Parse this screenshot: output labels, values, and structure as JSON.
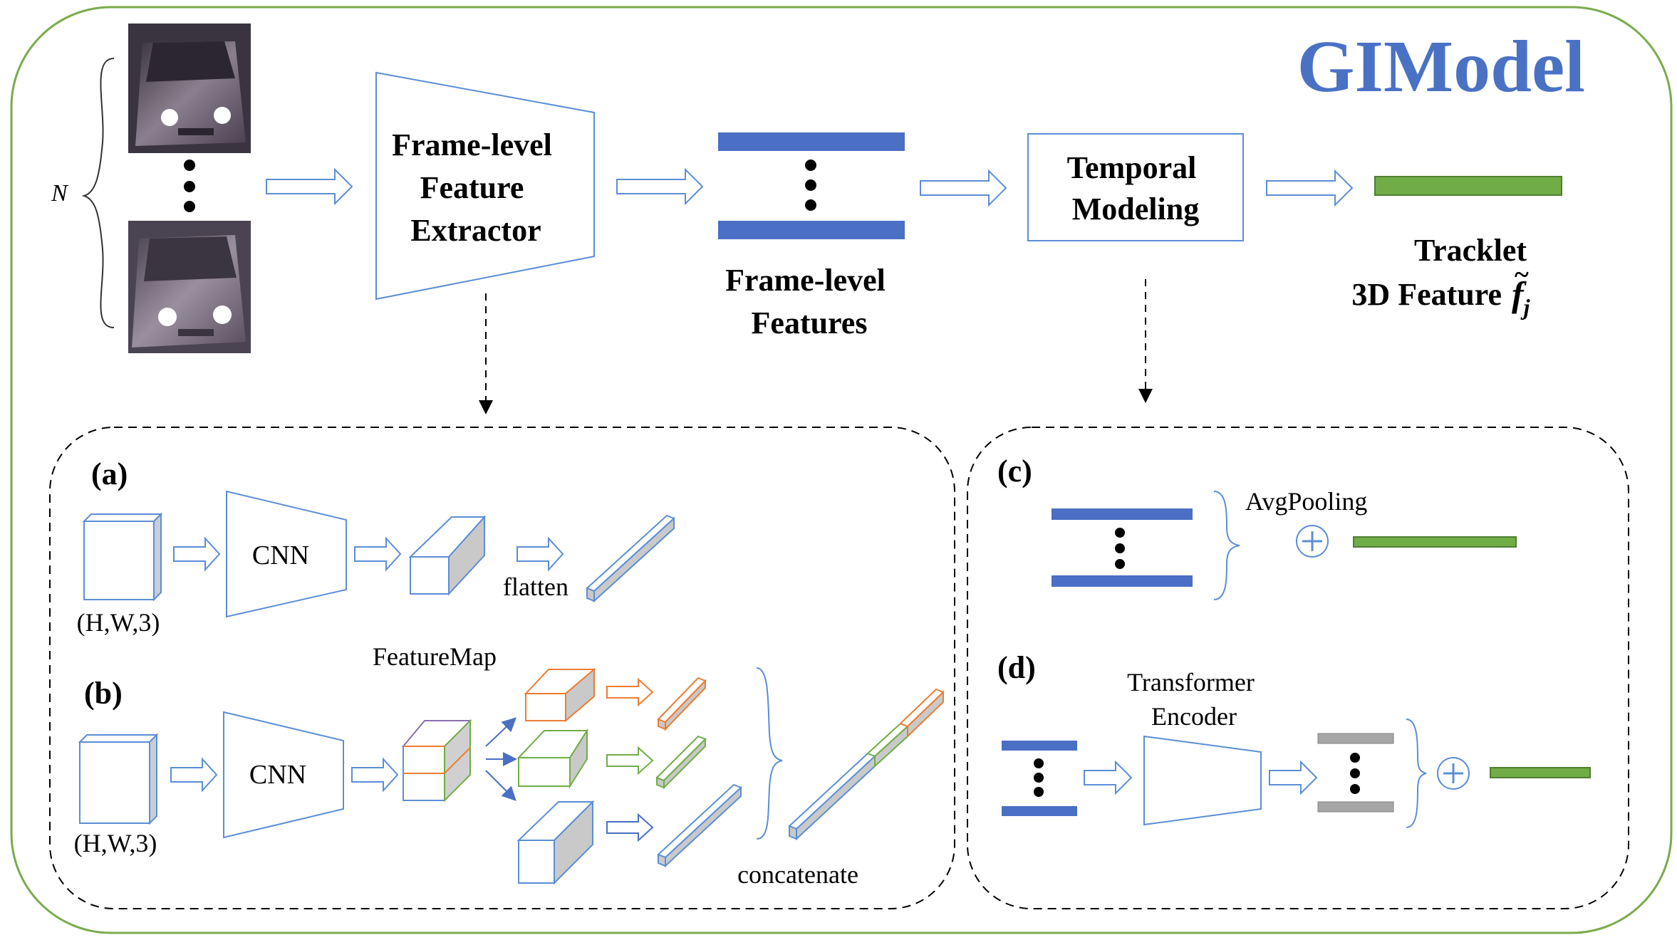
{
  "title": "GIModel",
  "colors": {
    "frame_border": "#7aab4d",
    "title": "#4a72c4",
    "feature_blue": "#4a6fc4",
    "feature_green": "#70ad47",
    "outline_blue": "#5b8ed6",
    "orange": "#ed7d31",
    "gray": "#a6a6a6"
  },
  "top": {
    "n_label": "N",
    "extractor_label": [
      "Frame-level",
      "Feature",
      "Extractor"
    ],
    "frame_features_label": [
      "Frame-level",
      "Features"
    ],
    "temporal_label": [
      "Temporal",
      "Modeling"
    ],
    "tracklet_label": [
      "Tracklet",
      "3D Feature"
    ],
    "tracklet_symbol": "f",
    "tracklet_subscript": "j"
  },
  "panel_a": {
    "tag": "(a)",
    "input_label": "(H,W,3)",
    "cnn_label": "CNN",
    "flatten_label": "flatten"
  },
  "panel_b": {
    "tag": "(b)",
    "input_label": "(H,W,3)",
    "cnn_label": "CNN",
    "featuremap_label": "FeatureMap",
    "concat_label": "concatenate"
  },
  "panel_c": {
    "tag": "(c)",
    "pool_label": "AvgPooling",
    "plus_icon": "circled-plus-icon"
  },
  "panel_d": {
    "tag": "(d)",
    "encoder_label": [
      "Transformer",
      "Encoder"
    ],
    "plus_icon": "circled-plus-icon"
  }
}
